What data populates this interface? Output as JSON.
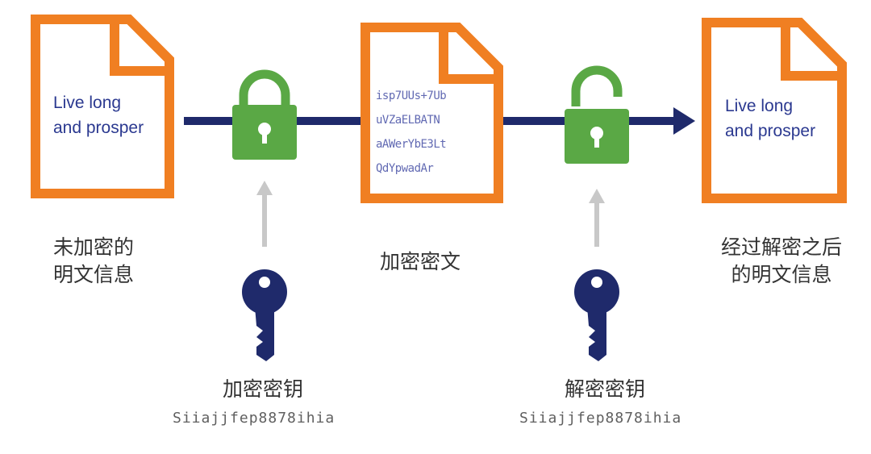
{
  "plaintext_doc": {
    "lines": [
      "Live long",
      "and prosper"
    ]
  },
  "ciphertext_doc": {
    "lines": [
      "isp7UUs+7Ub",
      "uVZaELBATN",
      "aAWerYbE3Lt",
      "QdYpwadAr"
    ]
  },
  "decrypted_doc": {
    "lines": [
      "Live long",
      "and prosper"
    ]
  },
  "labels": {
    "plaintext": [
      "未加密的",
      "明文信息"
    ],
    "ciphertext": "加密密文",
    "decrypted": [
      "经过解密之后",
      "的明文信息"
    ]
  },
  "encrypt_key": {
    "label": "加密密钥",
    "value": "Siiajjfep8878ihia"
  },
  "decrypt_key": {
    "label": "解密密钥",
    "value": "Siiajjfep8878ihia"
  },
  "colors": {
    "document": "#f07f22",
    "lock": "#5aa845",
    "arrow": "#1f2a6b",
    "key": "#1f2a6b",
    "grey_arrow": "#c8c8c8"
  }
}
